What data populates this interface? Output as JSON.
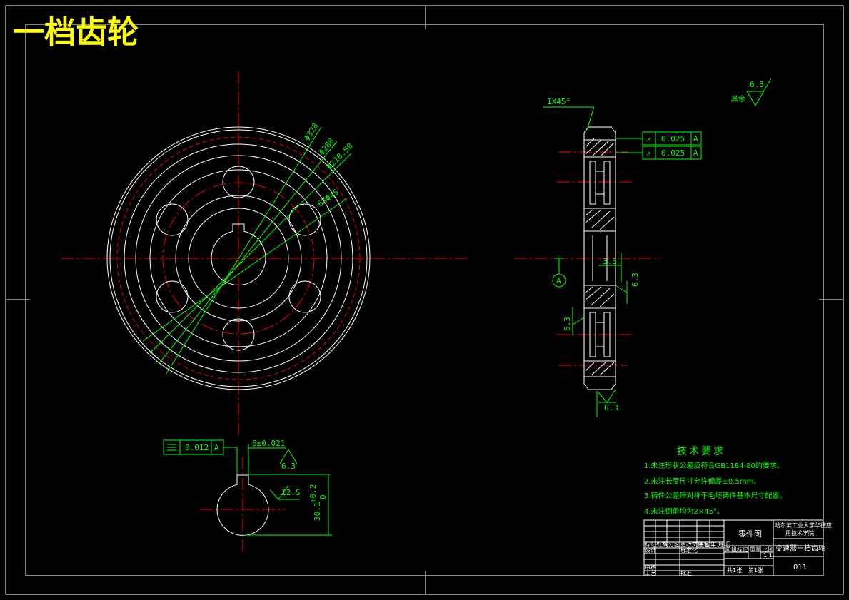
{
  "title": "一档齿轮",
  "colors": {
    "background": "#000000",
    "outline": "#ffffff",
    "dimension": "#00ff00",
    "centerline": "#ff0000",
    "title": "#ffff00"
  },
  "front_view": {
    "dims": [
      "Φ328",
      "Φ288",
      "Φ218.58",
      "6XΦ45"
    ]
  },
  "side_view": {
    "chamfer": "1X45°",
    "tolerance_1": {
      "value": "0.025",
      "datum": "A"
    },
    "tolerance_2": {
      "value": "0.025",
      "datum": "A"
    },
    "roughness_rest": {
      "value": "6.3",
      "label": "其余"
    },
    "datum": "A",
    "dim_width": "3.3",
    "roughness_right": "6.3",
    "roughness_left": "6.3",
    "roughness_bottom": "6.3"
  },
  "hub_view": {
    "tolerance": {
      "value": "0.012",
      "datum": "A"
    },
    "keyway_width": "6±0.021",
    "roughness_top": "6.3",
    "roughness_side": "12.5",
    "depth": "30.1",
    "depth_tol_upper": "+0.2",
    "depth_tol_lower": "0"
  },
  "tech_requirements": {
    "heading": "技术要求",
    "items": [
      "1.未注形状公差应符合GB1184-80的要求。",
      "2.未注长度尺寸允许偏差±0.5mm。",
      "3.铸件公差带对称于毛坯铸件基本尺寸配置。",
      "4.未注倒角均为2×45°。"
    ]
  },
  "title_block": {
    "drawing_type": "零件图",
    "school_line1": "哈尔滨工业大学华德应",
    "school_line2": "用技术学院",
    "part_name": "变速器一档齿轮",
    "drawing_no": "011",
    "ratio": "1:1",
    "cells": {
      "c1": "标记",
      "c2": "处数",
      "c3": "分区",
      "c4": "更改文件号",
      "c5": "签名",
      "c6": "年.月.日",
      "r1": "设计",
      "r2": "标准化",
      "r3": "审核",
      "r4": "工艺",
      "r5": "批准",
      "h1": "阶段标记",
      "h2": "重量",
      "h3": "比例",
      "s1": "共1张",
      "s2": "第1张"
    }
  }
}
